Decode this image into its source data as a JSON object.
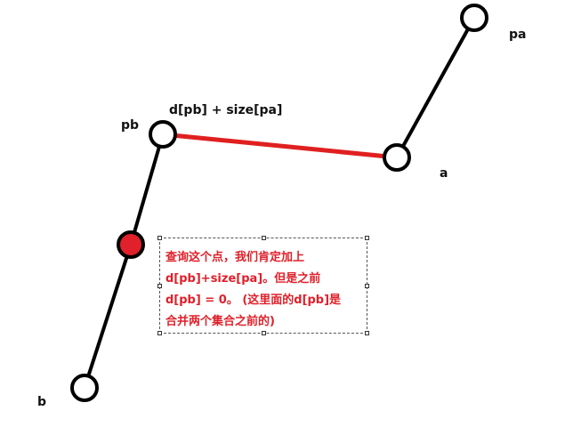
{
  "labels": {
    "pa": "pa",
    "pb": "pb",
    "a": "a",
    "b": "b",
    "edge": "d[pb] + size[pa]"
  },
  "note": {
    "lines": [
      "查询这个点，我们肯定加上",
      "d[pb]+size[pa]。但是之前",
      "d[pb] = 0。 (这里面的d[pb]是",
      "合并两个集合之前的)"
    ]
  },
  "colors": {
    "line": "#000000",
    "highlight_edge": "#e02020",
    "query_node": "#e0202a",
    "note_text": "#e0202a"
  }
}
